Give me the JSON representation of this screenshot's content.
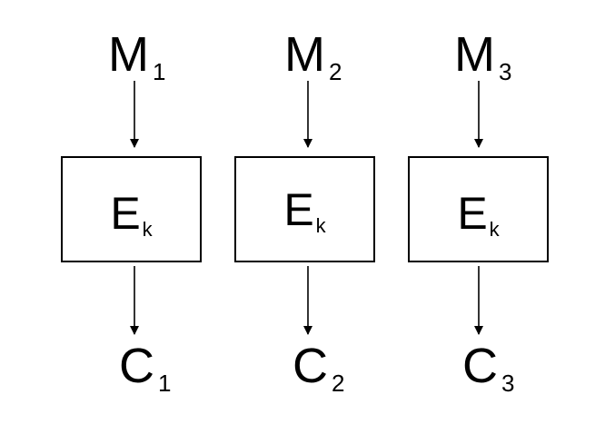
{
  "columns": [
    {
      "input": {
        "main": "M",
        "sub": "1"
      },
      "block": {
        "main": "E",
        "sub": "k"
      },
      "output": {
        "main": "C",
        "sub": "1"
      }
    },
    {
      "input": {
        "main": "M",
        "sub": "2"
      },
      "block": {
        "main": "E",
        "sub": "k"
      },
      "output": {
        "main": "C",
        "sub": "2"
      }
    },
    {
      "input": {
        "main": "M",
        "sub": "3"
      },
      "block": {
        "main": "E",
        "sub": "k"
      },
      "output": {
        "main": "C",
        "sub": "3"
      }
    }
  ]
}
